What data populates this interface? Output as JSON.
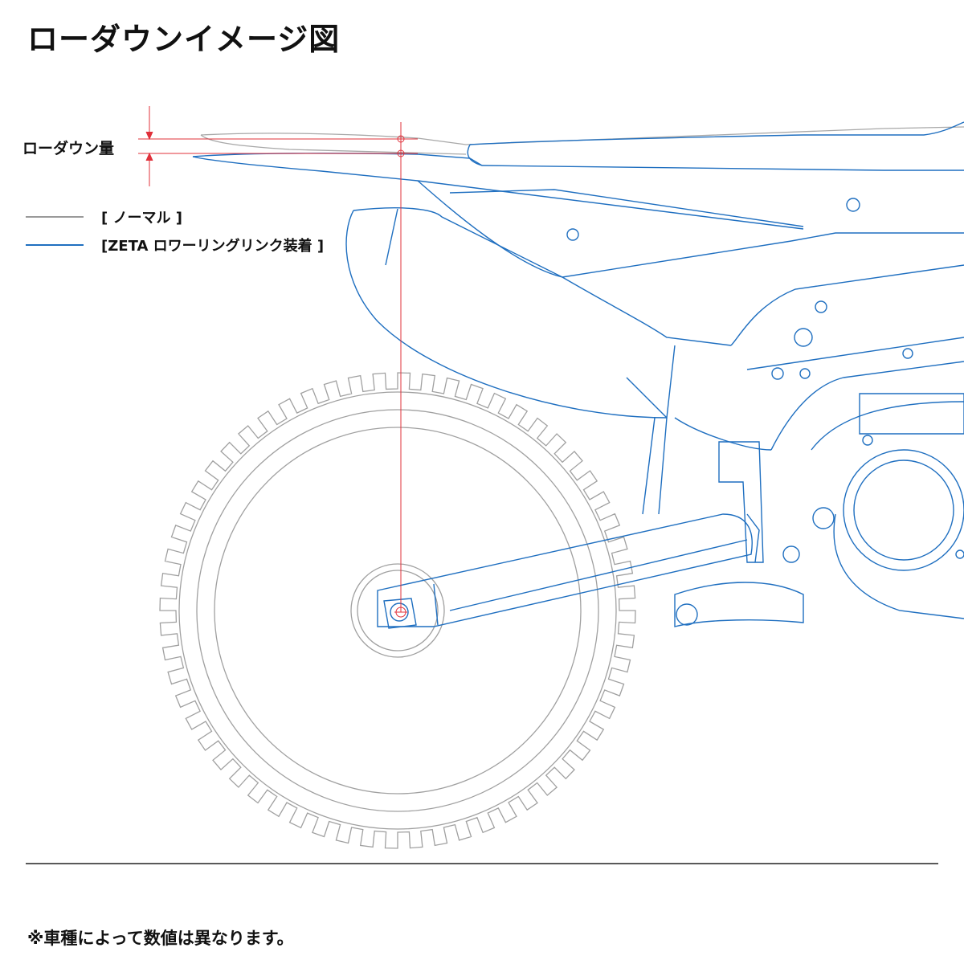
{
  "title": "ローダウンイメージ図",
  "lowdown_label": "ローダウン量",
  "legend": [
    {
      "label": "[ ノーマル ]",
      "color": "#9a9a9a"
    },
    {
      "label": "[ZETA ロワーリングリンク装着 ]",
      "color": "#1f6fc0"
    }
  ],
  "footnote": "※車種によって数値は異なります。",
  "colors": {
    "normal": "#a0a0a0",
    "zeta": "#1f6fc0",
    "measure": "#e0303a",
    "ground": "#222222"
  }
}
